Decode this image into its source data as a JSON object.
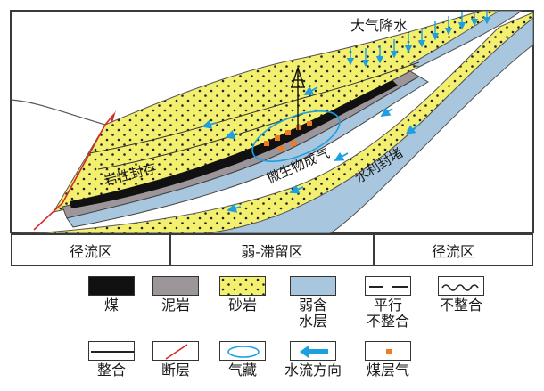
{
  "diagram": {
    "rain_label": "大气降水",
    "lithologic_seal_label": "岩性封存",
    "microbial_gas_label": "微生物成气",
    "hydraulic_seal_label": "水利封堵"
  },
  "zones": [
    "径流区",
    "弱-滞留区",
    "径流区"
  ],
  "legend": [
    {
      "id": "coal",
      "label": "煤"
    },
    {
      "id": "mudstone",
      "label": "泥岩"
    },
    {
      "id": "sandstone",
      "label": "砂岩"
    },
    {
      "id": "weak-aquifer",
      "label": "弱含\n水层"
    },
    {
      "id": "parallel-unconformity",
      "label": "平行\n不整合"
    },
    {
      "id": "unconformity",
      "label": "不整合"
    },
    {
      "id": "conformity",
      "label": "整合"
    },
    {
      "id": "fault",
      "label": "断层"
    },
    {
      "id": "gas-reservoir",
      "label": "气藏"
    },
    {
      "id": "water-flow-direction",
      "label": "水流方向"
    },
    {
      "id": "coalbed-gas",
      "label": "煤层气"
    }
  ],
  "colors": {
    "sandstone": "#f3ef6f",
    "mudstone": "#9c969b",
    "aquifer": "#a8c7de",
    "coal": "#111111",
    "arrow": "#1e9fe0",
    "gas": "#ef7a22",
    "fault": "#d42a2a"
  }
}
